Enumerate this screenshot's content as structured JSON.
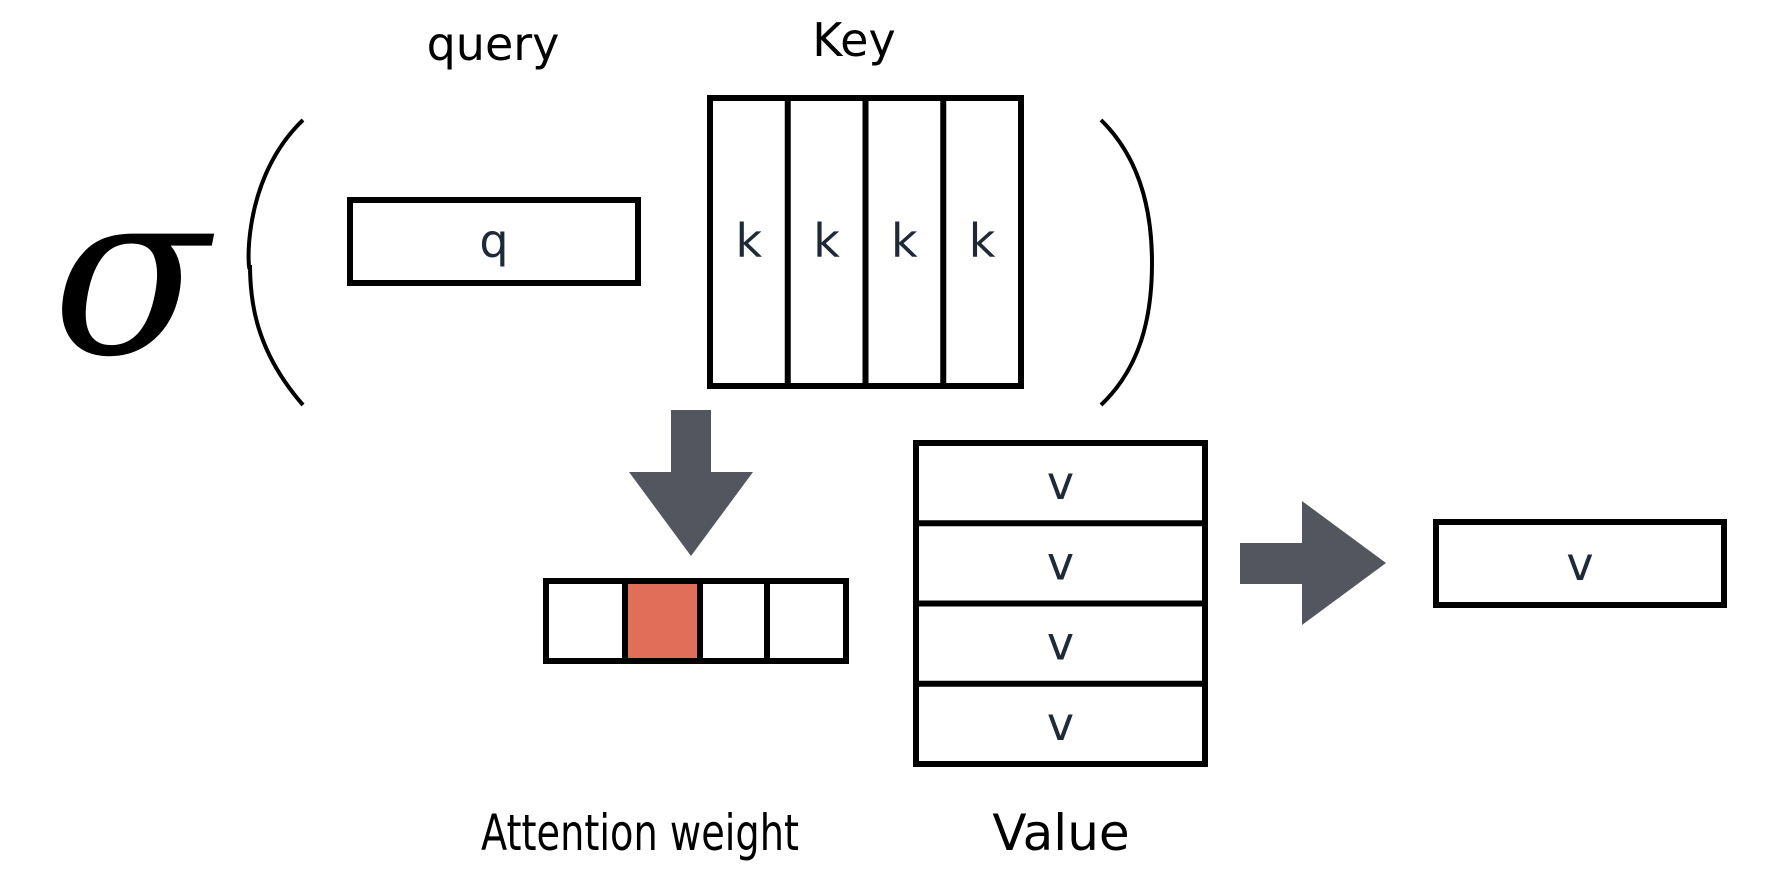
{
  "diagram": {
    "title": "Attention mechanism",
    "function_symbol": "σ",
    "labels": {
      "query": "query",
      "key": "Key",
      "attention_weight": "Attention weight",
      "value": "Value"
    },
    "query": {
      "cell": "q"
    },
    "key": {
      "cells": [
        "k",
        "k",
        "k",
        "k"
      ]
    },
    "attention_weight": {
      "cells": 4,
      "highlighted_index": 1,
      "highlight_color": "#df6f58"
    },
    "value": {
      "cells": [
        "v",
        "v",
        "v",
        "v"
      ]
    },
    "output": {
      "cell": "v"
    },
    "colors": {
      "arrow": "#53565f",
      "cell_text": "#1f2937",
      "stroke": "#000000"
    }
  }
}
